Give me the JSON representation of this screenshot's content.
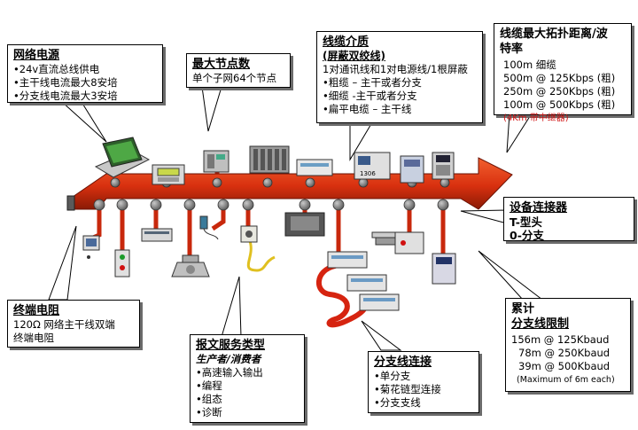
{
  "callouts": {
    "network_power": {
      "title": "网络电源",
      "lines": [
        "•24v直流总线供电",
        "•主干线电流最大8安培",
        "•分支线电流最大3安培"
      ]
    },
    "max_nodes": {
      "title": "最大节点数",
      "lines": [
        "单个子网64个节点"
      ]
    },
    "cable_media": {
      "title": "线缆介质",
      "subtitle": "(屏蔽双绞线)",
      "lines": [
        "1对通讯线和1对电源线/1根屏蔽",
        "•粗缆 – 主干或者分支",
        "•细缆 -主干或者分支",
        "•扁平电缆 – 主干线"
      ]
    },
    "max_topology": {
      "title_line1": "线缆最大拓扑距离/波",
      "title_line2": "特率",
      "lines": [
        "100m 细缆",
        "500m @ 125Kbps (粗)",
        "250m @ 250Kbps (粗)",
        "100m @ 500Kbps (粗)"
      ],
      "note": "(4Km 带中继器)"
    },
    "device_connector": {
      "title": "设备连接器",
      "lines": [
        "T-型头",
        "0-分支"
      ]
    },
    "cumulative": {
      "title_line1": "累计",
      "title_line2": "分支线限制",
      "lines": [
        "156m @ 125Kbaud",
        "78m @ 250Kbaud",
        "39m @ 500Kbaud"
      ],
      "note": "(Maximum of 6m each)"
    },
    "terminator": {
      "title": "终端电阻",
      "lines": [
        "120Ω 网络主干线双端",
        "终端电阻"
      ]
    },
    "message_types": {
      "title": "报文服务类型",
      "subtitle": "生产者/消费者",
      "lines": [
        "•高速输入输出",
        "•编程",
        "•组态",
        "•诊断"
      ]
    },
    "branch_connection": {
      "title": "分支线连接",
      "lines": [
        "•单分支",
        "•菊花链型连接",
        "•分支支线"
      ]
    }
  },
  "colors": {
    "trunk": "#e8401c",
    "trunk_dark": "#7a1404",
    "node": "#8a8a8a",
    "callout_shadow": "#6b6b6b"
  }
}
